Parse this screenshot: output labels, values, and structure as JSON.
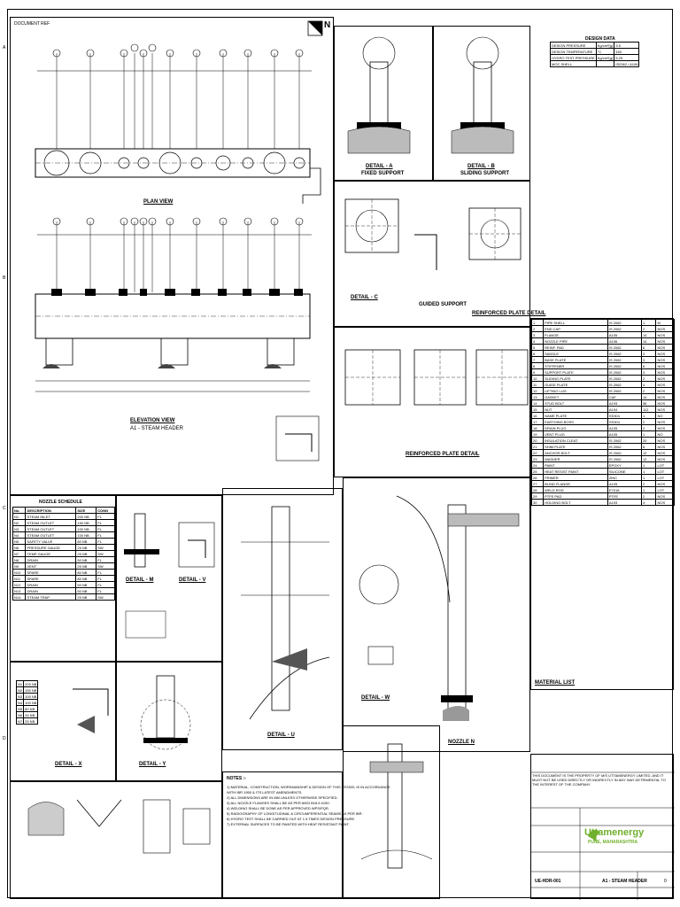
{
  "header": {
    "ref_left": "DOCUMENT REF",
    "north_label": "N"
  },
  "plan": {
    "title": "PLAN VIEW",
    "elevation_title": "ELEVATION VIEW",
    "elevation_sub": "A1 - STEAM HEADER",
    "nozzles_top": [
      "N1",
      "N2",
      "N3",
      "N4",
      "N5",
      "N6",
      "N7",
      "N8",
      "N9",
      "N10",
      "N11",
      "N12",
      "N13",
      "N14"
    ]
  },
  "design_data": {
    "title": "DESIGN DATA",
    "rows": [
      [
        "DESIGN PRESSURE",
        "Kg/cm²(g)",
        "3.5"
      ],
      [
        "DESIGN TEMPERATURE",
        "°C",
        "150"
      ],
      [
        "HYDRO TEST PRESSURE",
        "Kg/cm²(g)",
        "5.25"
      ],
      [
        "MOC SHELL",
        "",
        "IS2062 / A106"
      ]
    ]
  },
  "details": {
    "detail_a": "DETAIL - A",
    "detail_b": "DETAIL - B",
    "detail_c": "DETAIL - C",
    "fixed_support": "FIXED SUPPORT",
    "sliding_support": "SLIDING SUPPORT",
    "guided_support": "GUIDED SUPPORT",
    "reinforced_fixed": "REINFORCED PLATE DETAIL",
    "reinforced_sliding": "REINFORCED PLATE DETAIL",
    "detail_m": "DETAIL - M",
    "detail_v": "DETAIL - V",
    "detail_u": "DETAIL - U",
    "detail_w": "DETAIL - W",
    "detail_x": "DETAIL - X",
    "detail_y": "DETAIL - Y",
    "nozzle_n": "NOZZLE N"
  },
  "nozzle_schedule": {
    "title": "NOZZLE SCHEDULE",
    "headers": [
      "No.",
      "DESCRIPTION",
      "SIZE",
      "CONN"
    ],
    "rows": [
      [
        "N1",
        "STEAM INLET",
        "200 NB",
        "FL"
      ],
      [
        "N2",
        "STEAM OUTLET",
        "150 NB",
        "FL"
      ],
      [
        "N3",
        "STEAM OUTLET",
        "100 NB",
        "FL"
      ],
      [
        "N4",
        "STEAM OUTLET",
        "100 NB",
        "FL"
      ],
      [
        "N5",
        "SAFETY VALVE",
        "80 NB",
        "FL"
      ],
      [
        "N6",
        "PRESSURE GAUGE",
        "25 NB",
        "SW"
      ],
      [
        "N7",
        "TEMP GAUGE",
        "25 NB",
        "SW"
      ],
      [
        "N8",
        "DRAIN",
        "50 NB",
        "FL"
      ],
      [
        "N9",
        "VENT",
        "25 NB",
        "SW"
      ],
      [
        "N10",
        "SPARE",
        "80 NB",
        "FL"
      ],
      [
        "N11",
        "SPARE",
        "80 NB",
        "FL"
      ],
      [
        "N12",
        "DRAIN",
        "50 NB",
        "FL"
      ],
      [
        "N13",
        "DRAIN",
        "50 NB",
        "FL"
      ],
      [
        "N14",
        "STEAM TRAP",
        "25 NB",
        "SW"
      ]
    ]
  },
  "material_list": {
    "title": "MATERIAL LIST",
    "rows": [
      [
        "1",
        "PIPE SHELL",
        "IS 2062",
        "1",
        "M"
      ],
      [
        "2",
        "END CAP",
        "IS 2062",
        "2",
        "NOS"
      ],
      [
        "3",
        "FLANGE",
        "A105",
        "14",
        "NOS"
      ],
      [
        "4",
        "NOZZLE PIPE",
        "A106",
        "14",
        "NOS"
      ],
      [
        "5",
        "REINF. PAD",
        "IS 2062",
        "6",
        "NOS"
      ],
      [
        "6",
        "SADDLE",
        "IS 2062",
        "3",
        "NOS"
      ],
      [
        "7",
        "BASE PLATE",
        "IS 2062",
        "3",
        "NOS"
      ],
      [
        "8",
        "STIFFENER",
        "IS 2062",
        "6",
        "NOS"
      ],
      [
        "9",
        "SUPPORT PLATE",
        "IS 2062",
        "3",
        "NOS"
      ],
      [
        "10",
        "SLIDING PLATE",
        "IS 2062",
        "2",
        "NOS"
      ],
      [
        "11",
        "GUIDE PLATE",
        "IS 2062",
        "4",
        "NOS"
      ],
      [
        "12",
        "LIFTING LUG",
        "IS 2062",
        "2",
        "NOS"
      ],
      [
        "13",
        "GASKET",
        "CAF",
        "14",
        "NOS"
      ],
      [
        "14",
        "STUD BOLT",
        "A193",
        "56",
        "NOS"
      ],
      [
        "15",
        "NUT",
        "A194",
        "112",
        "NOS"
      ],
      [
        "16",
        "NAME PLATE",
        "SS304",
        "1",
        "NO"
      ],
      [
        "17",
        "EARTHING BOSS",
        "SS304",
        "2",
        "NOS"
      ],
      [
        "18",
        "DRAIN PLUG",
        "A105",
        "2",
        "NOS"
      ],
      [
        "19",
        "VENT PLUG",
        "A105",
        "1",
        "NO"
      ],
      [
        "20",
        "INSULATION CLEAT",
        "IS 2062",
        "20",
        "NOS"
      ],
      [
        "21",
        "SHIM PLATE",
        "IS 2062",
        "6",
        "NOS"
      ],
      [
        "22",
        "ANCHOR BOLT",
        "IS 2062",
        "12",
        "NOS"
      ],
      [
        "23",
        "WASHER",
        "IS 2062",
        "12",
        "NOS"
      ],
      [
        "24",
        "PAINT",
        "EPOXY",
        "1",
        "LOT"
      ],
      [
        "25",
        "HEAT RESIST PAINT",
        "SILICONE",
        "1",
        "LOT"
      ],
      [
        "26",
        "PRIMER",
        "ZINC",
        "1",
        "LOT"
      ],
      [
        "27",
        "BLIND FLANGE",
        "A105",
        "2",
        "NOS"
      ],
      [
        "28",
        "WELD ROD",
        "E7018",
        "1",
        "LOT"
      ],
      [
        "29",
        "PTFE PAD",
        "PTFE",
        "2",
        "NOS"
      ],
      [
        "30",
        "HOLDING BOLT",
        "A193",
        "4",
        "NOS"
      ]
    ]
  },
  "title_block": {
    "note": "THIS DOCUMENT IS THE PROPERTY OF M/S UTTAMENERGY LIMITED, AND IT MUST NOT BE USED DIRECTLY OR INDIRECTLY IN ANY WAY DETRIMENTAL TO THE INTEREST OF THE COMPANY.",
    "company": "Uttamenergy",
    "company_sub": "PUNE, MAHARASHTRA",
    "drawing_title": "A1 - STEAM HEADER",
    "drawing_no": "UE-HDR-001",
    "rev": "0",
    "brand_color": "#6fb02c"
  },
  "notes": {
    "title": "NOTES :-",
    "lines": [
      "1) MATERIAL, CONSTRUCTION, WORKMANSHIP & DESIGN OF THIS VESSEL IS IN ACCORDANCE",
      "   WITH IBR 1950 & ITS LATEST AMENDMENTS.",
      "2) ALL DIMENSIONS ARE IN MM UNLESS OTHERWISE SPECIFIED.",
      "3) ALL NOZZLE FLANGES SHALL BE AS PER ANSI B16.5 #150.",
      "4) WELDING SHALL BE DONE AS PER APPROVED WPS/PQR.",
      "5) RADIOGRAPHY OF LONGITUDINAL & CIRCUMFERENTIAL SEAMS AS PER IBR.",
      "6) HYDRO TEST SHALL BE CARRIED OUT AT 1.5 TIMES DESIGN PRESSURE.",
      "7) EXTERNAL SURFACES TO BE PAINTED WITH HEAT RESISTANT PAINT."
    ]
  }
}
